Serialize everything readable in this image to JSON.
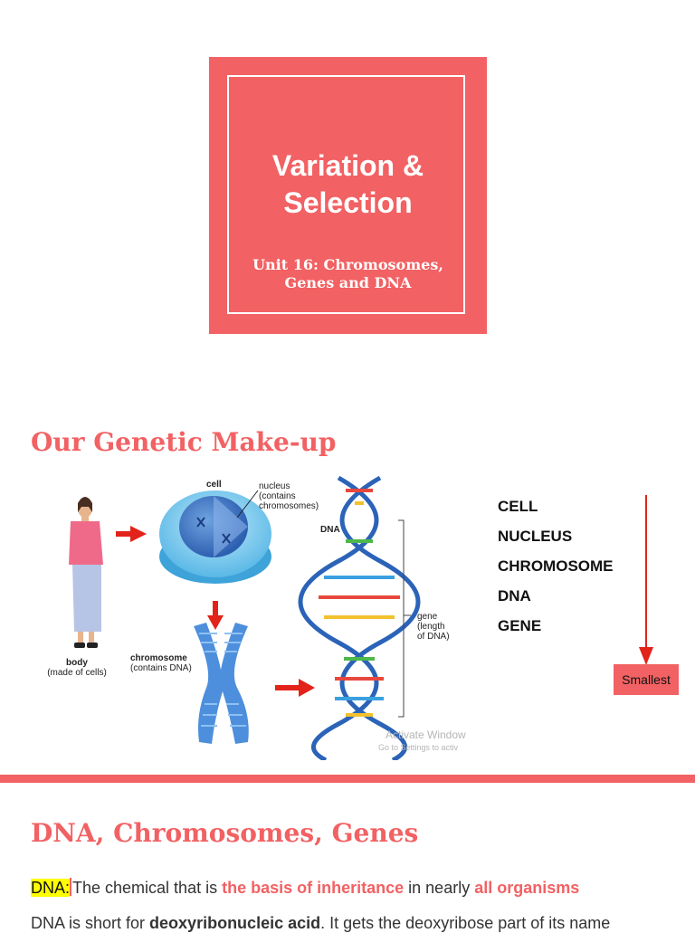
{
  "title_slide": {
    "title": "Variation & Selection",
    "title_line1": "Variation &",
    "title_line2": "Selection",
    "subtitle_line1": "Unit 16: Chromosomes,",
    "subtitle_line2": "Genes and DNA"
  },
  "section1": {
    "heading": "Our Genetic Make-up",
    "diagram_labels": {
      "cell": "cell",
      "nucleus_1": "nucleus",
      "nucleus_2": "(contains",
      "nucleus_3": "chromosomes)",
      "dna": "DNA",
      "gene_1": "gene",
      "gene_2": "(length",
      "gene_3": "of DNA)",
      "body_1": "body",
      "body_2": "(made of cells)",
      "chromosome_1": "chromosome",
      "chromosome_2": "(contains DNA)"
    },
    "watermark": {
      "line1": "Activate Window",
      "line2": "Go to Settings to activ"
    },
    "hierarchy": [
      "CELL",
      "NUCLEUS",
      "CHROMOSOME",
      "DNA",
      "GENE"
    ],
    "smallest_label": "Smallest"
  },
  "section2": {
    "heading": "DNA, Chromosomes, Genes",
    "line1": {
      "term": "DNA:",
      "text_a": "The chemical that is ",
      "accent_a": "the basis of inheritance",
      "text_b": " in nearly ",
      "accent_b": "all organisms"
    },
    "line2": {
      "text_a": "DNA is short for ",
      "bold_a": "deoxyribonucleic acid",
      "text_b": ". It gets the deoxyribose part of its name"
    }
  },
  "colors": {
    "accent": "#f26163",
    "highlight": "#ffff00"
  }
}
